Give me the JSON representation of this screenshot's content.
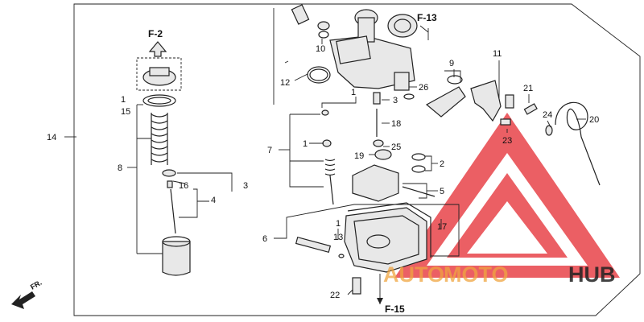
{
  "callouts": {
    "c1a": "1",
    "c15": "15",
    "c14": "14",
    "c8": "8",
    "c16": "16",
    "c3a": "3",
    "c4": "4",
    "c10": "10",
    "c12": "12",
    "c1b": "1",
    "c3b": "3",
    "c18": "18",
    "c7": "7",
    "c1c": "1",
    "c19": "19",
    "c25": "25",
    "c9": "9",
    "c26": "26",
    "c11": "11",
    "c21": "21",
    "c24": "24",
    "c20": "20",
    "c23": "23",
    "c2": "2",
    "c5": "5",
    "c6": "6",
    "c1d": "1",
    "c13": "13",
    "c17": "17",
    "c22": "22"
  },
  "references": {
    "f2": "F-2",
    "f13": "F-13",
    "f15": "F-15"
  },
  "direction": {
    "fr": "FR."
  },
  "watermark": {
    "auto": "AUTO",
    "moto": "MOTO",
    "hub": "HUB",
    "colors": {
      "red": "#e8444a",
      "orange": "#f0a540",
      "dark": "#222222"
    }
  }
}
